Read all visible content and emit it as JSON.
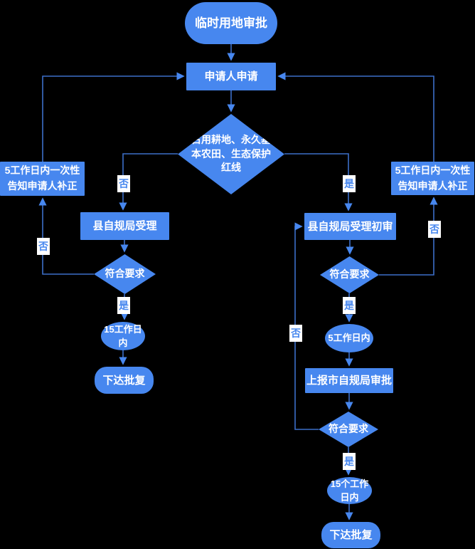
{
  "diagram": {
    "title": "临时用地审批",
    "colors": {
      "background": "#000000",
      "shape_fill": "#4787EF",
      "connector_line": "#3C6FC8",
      "node_text": "#FFFFFF",
      "edge_label_text": "#4787EF",
      "edge_label_bg": "#FFFFFF"
    },
    "nodes": {
      "start": {
        "type": "stadium",
        "text": "临时用地审批"
      },
      "apply": {
        "type": "rect",
        "text": "申请人申请"
      },
      "land_decision": {
        "type": "diamond",
        "text": "占用耕地、永久基本农田、生态保护红线"
      },
      "notify_left": {
        "type": "rect",
        "text": "5工作日内一次性告知申请人补正"
      },
      "notify_right": {
        "type": "rect",
        "text": "5工作日内一次性告知申请人补正"
      },
      "county_accept": {
        "type": "rect",
        "text": "县自规局受理"
      },
      "check_left": {
        "type": "diamond",
        "text": "符合要求"
      },
      "days15_left": {
        "type": "ellipse",
        "text": "15工作日内"
      },
      "issue_left": {
        "type": "rounded",
        "text": "下达批复"
      },
      "county_initial": {
        "type": "rect",
        "text": "县自规局受理初审"
      },
      "check_mid": {
        "type": "diamond",
        "text": "符合要求"
      },
      "days5_right": {
        "type": "ellipse",
        "text": "5工作日内"
      },
      "report_city": {
        "type": "rect",
        "text": "上报市自规局审批"
      },
      "check_bottom": {
        "type": "diamond",
        "text": "符合要求"
      },
      "days15_right": {
        "type": "ellipse",
        "text": "15个工作日内"
      },
      "issue_right": {
        "type": "rounded",
        "text": "下达批复"
      }
    },
    "edge_labels": {
      "land_no_to_county": "否",
      "left_check_no_to_notify": "否",
      "left_check_yes": "是",
      "land_yes_to_initial": "是",
      "mid_check_no_to_notify": "否",
      "mid_check_yes": "是",
      "bottom_check_no_loop": "否",
      "bottom_check_yes": "是"
    }
  }
}
